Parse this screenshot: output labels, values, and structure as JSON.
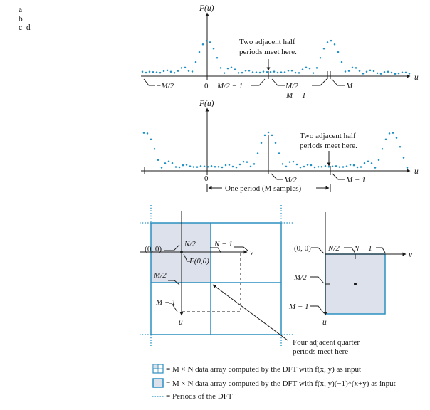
{
  "panel_letters": {
    "row1": "a",
    "row2": "b",
    "row3": "c  d"
  },
  "panel_a": {
    "axis_label": "F(u)",
    "u_label": "u",
    "annotation": [
      "Two adjacent half",
      "periods meet here."
    ],
    "ticks": {
      "neg_m2": "−M/2",
      "zero": "0",
      "m2_minus_1": "M/2 − 1",
      "m2": "M/2",
      "m_minus_1": "M − 1",
      "m": "M"
    }
  },
  "panel_b": {
    "axis_label": "F(u)",
    "u_label": "u",
    "annotation": [
      "Two adjacent half",
      "periods meet here."
    ],
    "ticks": {
      "zero": "0",
      "m2": "M/2",
      "m_minus_1": "M − 1"
    },
    "period_label": "One period (M samples)"
  },
  "panel_c": {
    "origin_label": "(0, 0)",
    "n2_label": "N/2",
    "n_minus_1_label": "N − 1",
    "v_label": "v",
    "f00_label": "F(0,0)",
    "m2_label": "M/2",
    "m_minus_1_label": "M − 1",
    "u_label": "u",
    "annotation": [
      "Four adjacent quarter",
      "periods meet here"
    ]
  },
  "panel_d": {
    "origin_label": "(0, 0)",
    "n2_label": "N/2",
    "n_minus_1_label": "N − 1",
    "v_label": "v",
    "m2_label": "M/2",
    "m_minus_1_label": "M − 1",
    "u_label": "u"
  },
  "legend": {
    "item1": "= M × N data array computed by the DFT with f(x, y) as input",
    "item2": "= M × N data array computed by the DFT with f(x, y)(−1)^(x+y) as input",
    "item3": "= Periods of the DFT"
  },
  "colors": {
    "dots": "#1d8fc4",
    "square_edge": "#2b8fc0",
    "square_fill": "#dde1ec",
    "axis": "#1a1a1a"
  }
}
